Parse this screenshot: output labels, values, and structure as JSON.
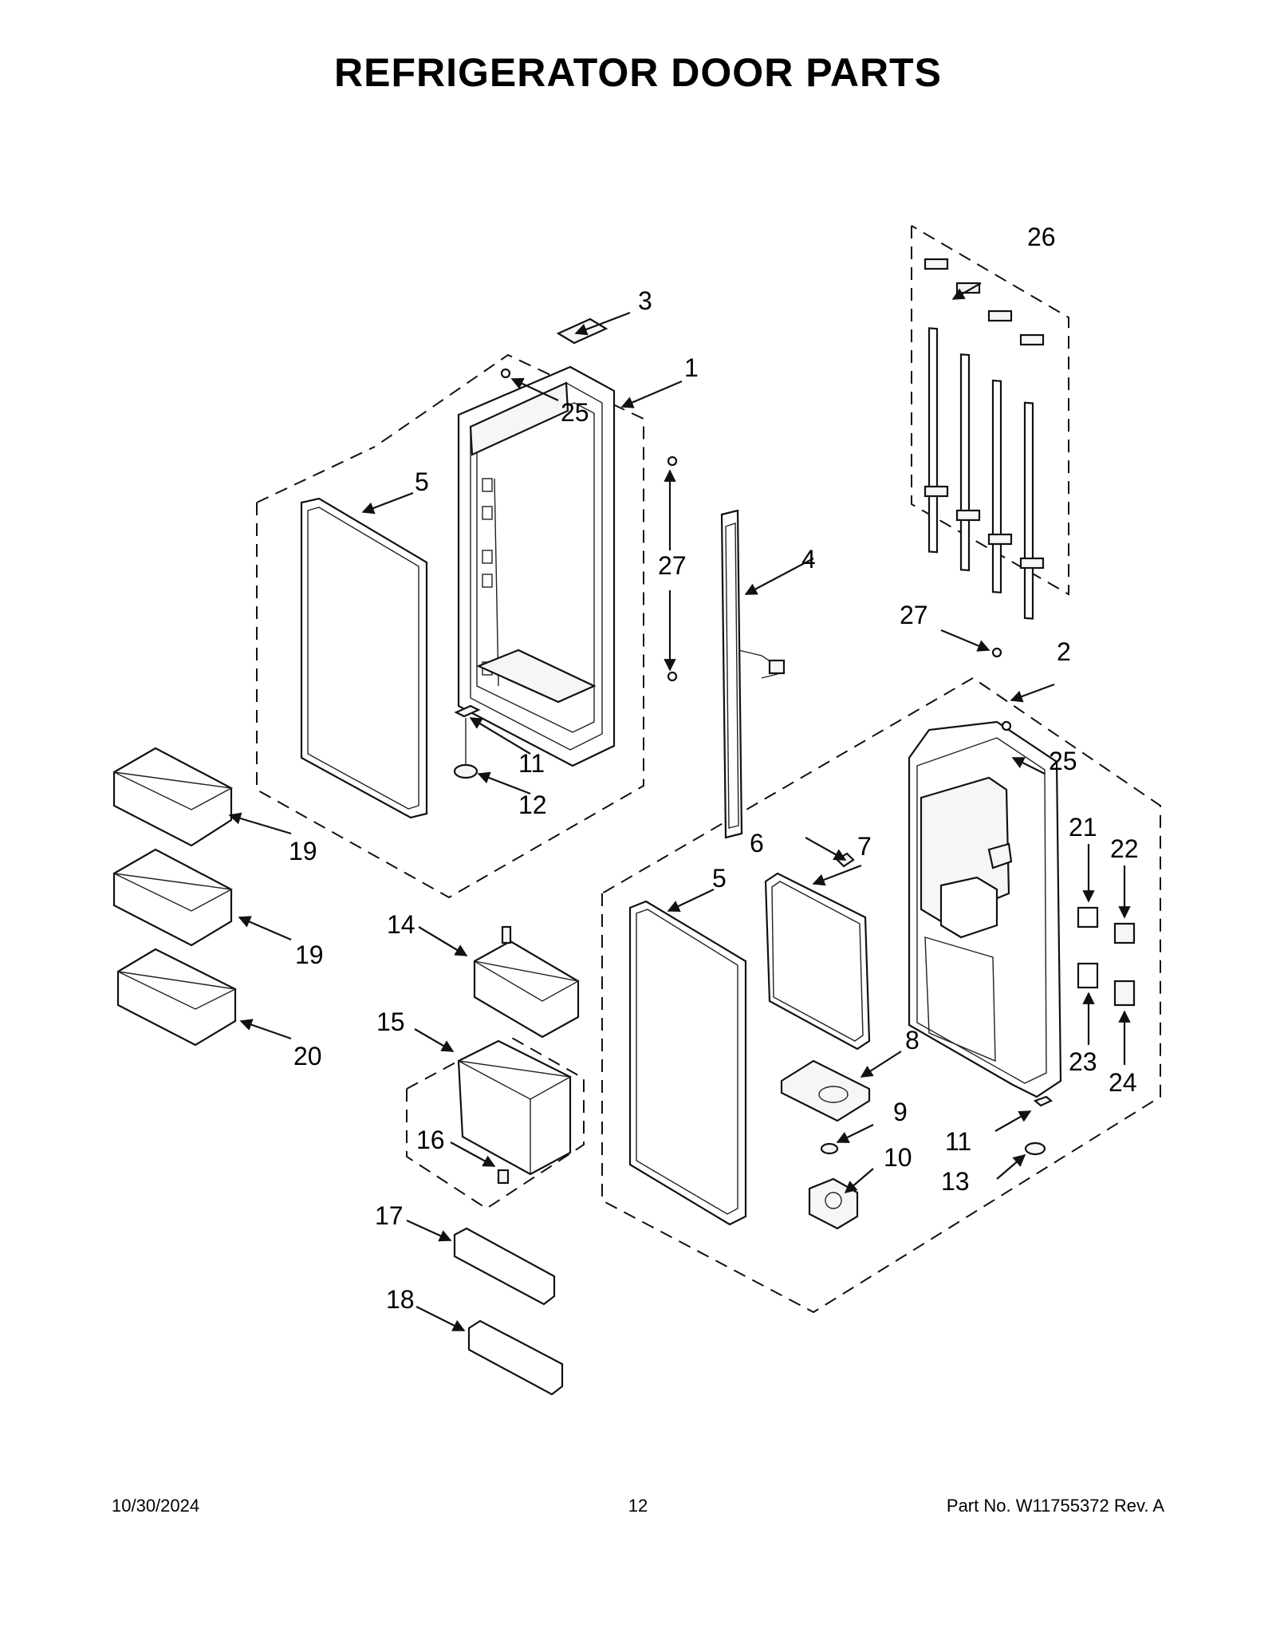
{
  "page": {
    "title": "REFRIGERATOR DOOR PARTS"
  },
  "footer": {
    "date": "10/30/2024",
    "page_number": "12",
    "part_number": "Part No.  W11755372   Rev.  A"
  },
  "callouts": {
    "c1": "1",
    "c2": "2",
    "c3": "3",
    "c4": "4",
    "c5a": "5",
    "c5b": "5",
    "c6": "6",
    "c7": "7",
    "c8": "8",
    "c9": "9",
    "c10": "10",
    "c11a": "11",
    "c11b": "11",
    "c12": "12",
    "c13": "13",
    "c14": "14",
    "c15": "15",
    "c16": "16",
    "c17": "17",
    "c18": "18",
    "c19a": "19",
    "c19b": "19",
    "c20": "20",
    "c21": "21",
    "c22": "22",
    "c23": "23",
    "c24": "24",
    "c25a": "25",
    "c25b": "25",
    "c26": "26",
    "c27a": "27",
    "c27b": "27"
  }
}
